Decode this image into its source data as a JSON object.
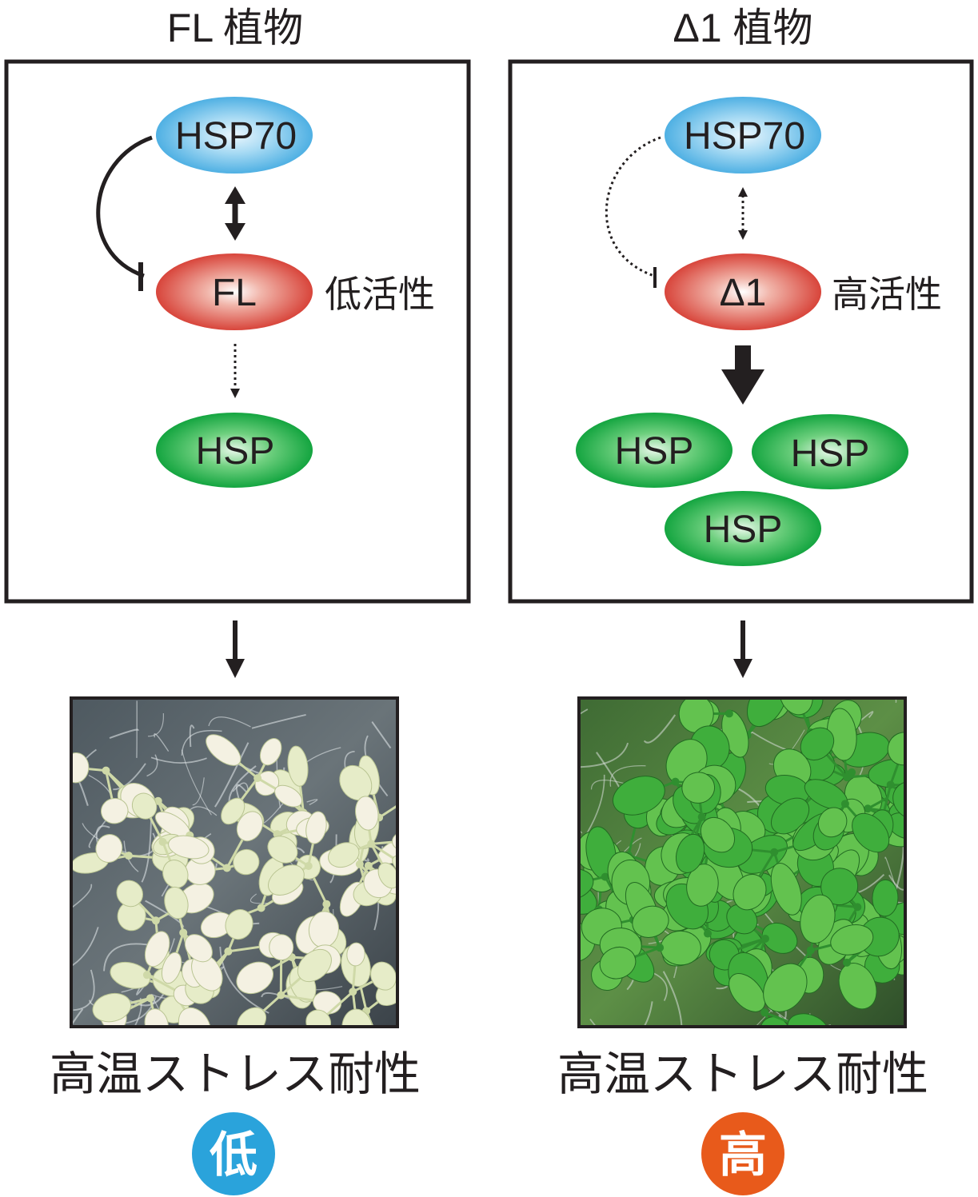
{
  "colors": {
    "hsp70_fill": "#5fb8e6",
    "fl_fill": "#d9534a",
    "hsp_fill": "#22b24c",
    "low_badge": "#2aa3db",
    "high_badge": "#e85a1b",
    "ink": "#231f20"
  },
  "left": {
    "title": "FL 植物",
    "hsp70_label": "HSP70",
    "factor_label": "FL",
    "activity_label": "低活性",
    "hsp_labels": [
      "HSP"
    ],
    "photo": "white-bleached-seedlings",
    "tolerance_label": "高温ストレス耐性",
    "badge_label": "低"
  },
  "right": {
    "title": "Δ1 植物",
    "hsp70_label": "HSP70",
    "factor_label": "Δ1",
    "activity_label": "高活性",
    "hsp_labels": [
      "HSP",
      "HSP",
      "HSP"
    ],
    "photo": "green-healthy-seedlings",
    "tolerance_label": "高温ストレス耐性",
    "badge_label": "高"
  }
}
